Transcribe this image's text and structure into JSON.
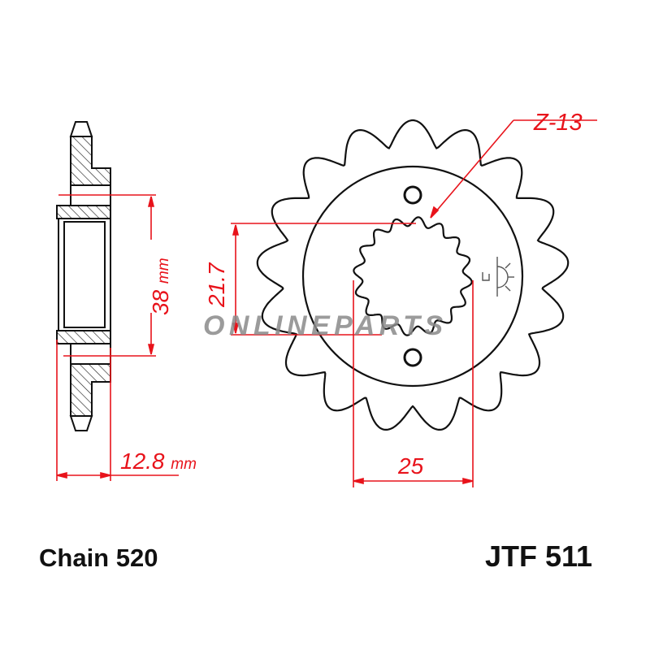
{
  "labels": {
    "teeth": "Z-13",
    "spline_dim": "21.7",
    "bore_dim": "38",
    "bore_unit": "mm",
    "width_dim": "12.8",
    "width_unit": "mm",
    "spline_width_dim": "25",
    "chain": "Chain 520",
    "part_number": "JTF 511",
    "watermark": "ONLINEPARTS"
  },
  "colors": {
    "dimension": "#e8131b",
    "outline": "#111111",
    "watermark": "#8a8a8a"
  }
}
